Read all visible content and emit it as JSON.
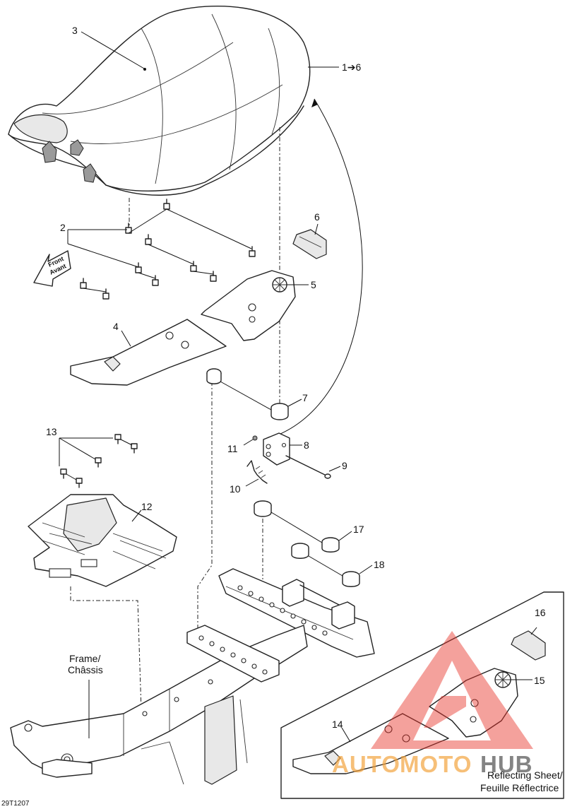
{
  "callouts": {
    "c1_6": "1➔6",
    "c2": "2",
    "c3": "3",
    "c4": "4",
    "c5": "5",
    "c6": "6",
    "c7": "7",
    "c8": "8",
    "c9": "9",
    "c10": "10",
    "c11": "11",
    "c12": "12",
    "c13": "13",
    "c14": "14",
    "c15": "15",
    "c16": "16",
    "c17": "17",
    "c18": "18"
  },
  "labels": {
    "frame_line1": "Frame/",
    "frame_line2": "Châssis",
    "reflecting_line1": "Reflecting Sheet/",
    "reflecting_line2": "Feuille Réflectrice",
    "front_line1": "Front",
    "front_line2": "Avant",
    "figure_code": "29T1207"
  },
  "watermark": {
    "part1": "AUTO",
    "part2": "MOTO",
    "part3": "HUB",
    "color_red": "#e8342c",
    "color_orange": "#f3a23a",
    "color_grey": "#555555"
  }
}
